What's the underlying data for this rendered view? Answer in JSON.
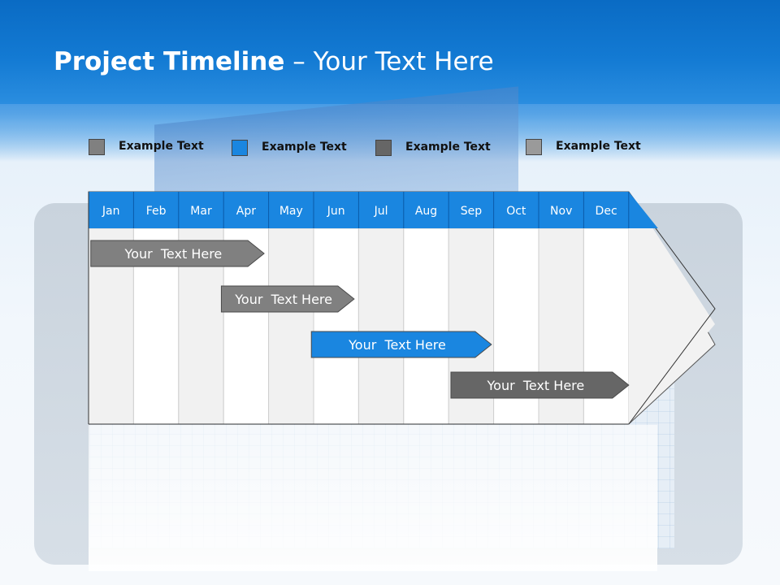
{
  "slide": {
    "title_bold": "Project Timeline",
    "title_rest": " – Your Text Here"
  },
  "legend": [
    {
      "label": "Example Text",
      "color": "#808080"
    },
    {
      "label": "Example Text",
      "color": "#1a86e0"
    },
    {
      "label": "Example Text",
      "color": "#666666"
    },
    {
      "label": "Example Text",
      "color": "#9a9a9a"
    }
  ],
  "colors": {
    "header_blue": "#1a86e0",
    "column_light": "#f1f1f1",
    "column_white": "#ffffff"
  },
  "chart_data": {
    "type": "gantt",
    "months": [
      "Jan",
      "Feb",
      "Mar",
      "Apr",
      "May",
      "Jun",
      "Jul",
      "Aug",
      "Sep",
      "Oct",
      "Nov",
      "Dec"
    ],
    "tasks": [
      {
        "label": "Your  Text Here",
        "start_month": 0.05,
        "end_month": 3.9,
        "color": "#808080"
      },
      {
        "label": "Your  Text Here",
        "start_month": 2.95,
        "end_month": 5.9,
        "color": "#808080"
      },
      {
        "label": "Your  Text Here",
        "start_month": 4.95,
        "end_month": 8.95,
        "color": "#1a86e0"
      },
      {
        "label": "Your  Text Here",
        "start_month": 8.05,
        "end_month": 12.0,
        "color": "#666666"
      }
    ]
  }
}
